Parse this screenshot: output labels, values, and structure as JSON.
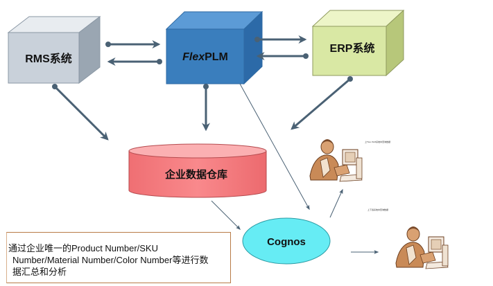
{
  "boxes": {
    "rms": {
      "label": "RMS系统"
    },
    "flexplm": {
      "label_italic": "Flex",
      "label_rest": "PLM"
    },
    "erp": {
      "label": "ERP系统"
    }
  },
  "warehouse": {
    "label": "企业数据仓库"
  },
  "cognos": {
    "label": "Cognos"
  },
  "clipart": {
    "caption_top": "上Flex PLM系统中查询数据",
    "caption_bottom": "上下载系统中查询数据"
  },
  "note": {
    "line1": "通过企业唯一的Product Number/SKU",
    "line2": "Number/Material Number/Color Number等进行数",
    "line3": "据汇总和分析"
  },
  "colors": {
    "rms_front": "#c9d1da",
    "flexplm_front": "#3a7ebd",
    "erp_front": "#d9e8a4",
    "warehouse_fill": "#f47c80",
    "cognos_fill": "#66ecf4",
    "arrow": "#4a6174"
  }
}
